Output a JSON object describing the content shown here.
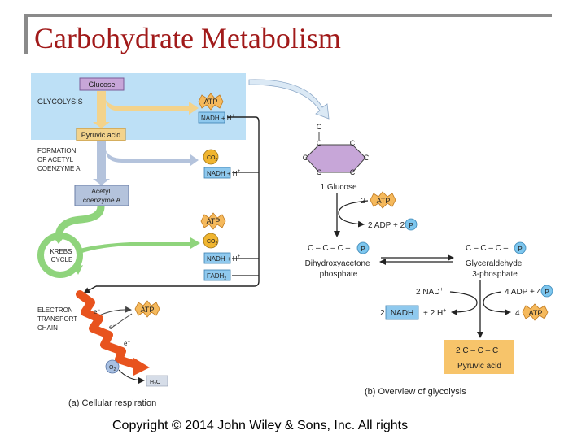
{
  "slide": {
    "title": "Carbohydrate Metabolism",
    "copyright": "Copyright © 2014 John Wiley & Sons, Inc. All rights"
  },
  "colors": {
    "title": "#a11a1a",
    "glycolysis_panel": "#bde0f6",
    "glucose_box": "#c7a6d8",
    "atp_burst": "#f5b95c",
    "nadh_box": "#8fc9ee",
    "co2_circle": "#f0b530",
    "krebs_arrow": "#8fd47c",
    "electron_chain": "#e8531e",
    "pyruvic_panel": "#f7c46a",
    "phosphate": "#7dc6ee"
  },
  "panel_a": {
    "glucose": "Glucose",
    "glycolysis": "GLYCOLYSIS",
    "pyruvic_acid": "Pyruvic acid",
    "formation_lines": [
      "FORMATION",
      "OF ACETYL",
      "COENZYME A"
    ],
    "acetyl_lines": [
      "Acetyl",
      "coenzyme A"
    ],
    "krebs_lines": [
      "KREBS",
      "CYCLE"
    ],
    "etc_lines": [
      "ELECTRON",
      "TRANSPORT",
      "CHAIN"
    ],
    "atp": "ATP",
    "nadh_h": "NADH + H",
    "sup_plus": "+",
    "co2": "CO",
    "co2_sub": "2",
    "nadh": "NADH",
    "fadh": "FADH",
    "fadh_sub": "2",
    "electron": "e",
    "sup_minus": "−",
    "o2": "O",
    "o2_sub": "2",
    "h2o_h": "H",
    "h2o_sub": "2",
    "h2o_o": "O",
    "caption": "(a) Cellular respiration"
  },
  "panel_b": {
    "carbon": "C",
    "glucose_label": "1 Glucose",
    "two_atp_num": "2",
    "atp": "ATP",
    "adp_text": "2 ADP + 2",
    "phosphate": "P",
    "chain3": "C – C – C –",
    "dihydroxy_lines": [
      "Dihydroxyacetone",
      "phosphate"
    ],
    "glyceraldehyde_lines": [
      "Glyceraldehyde",
      "3-phosphate"
    ],
    "two_nad": "2 NAD",
    "four_adp": "4 ADP + 4",
    "two_nadh_num": "2",
    "nadh": "NADH",
    "plus_2h": "+ 2 H",
    "four_atp_num": "4",
    "pyruvic_chain": "2  C – C – C",
    "pyruvic_acid": "Pyruvic acid",
    "caption": "(b) Overview of glycolysis"
  }
}
